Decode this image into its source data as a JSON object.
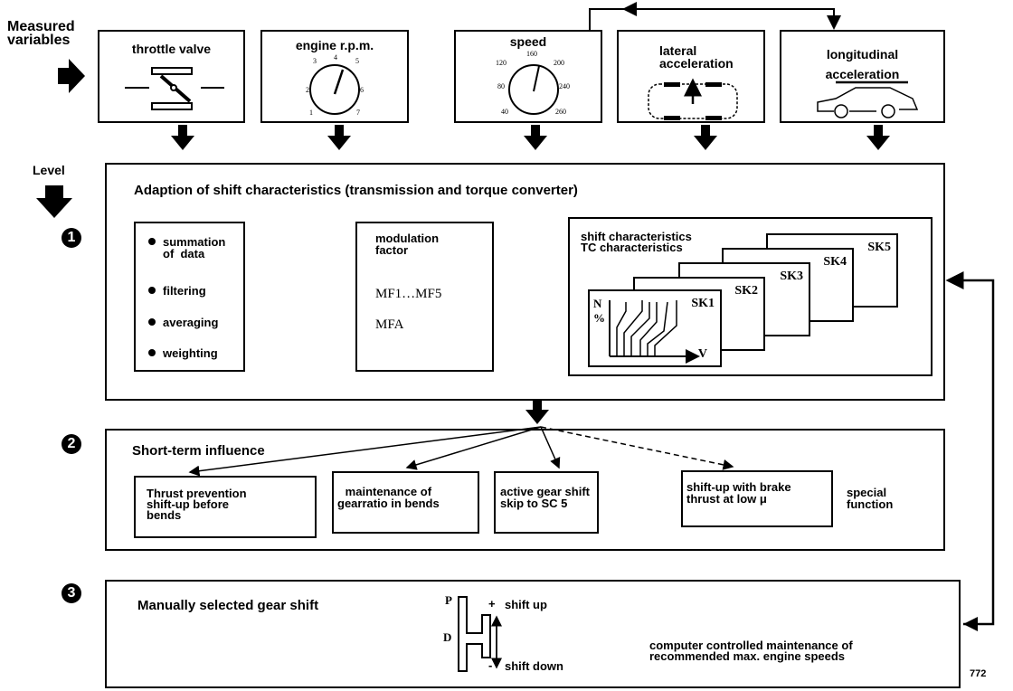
{
  "header": {
    "measured_variables": "Measured\nvariables",
    "level": "Level"
  },
  "sensors": [
    {
      "label": "throttle valve",
      "icon": "throttle-valve-icon"
    },
    {
      "label": "engine r.p.m.",
      "icon": "tachometer-icon",
      "ticks": [
        "1",
        "2",
        "3",
        "4",
        "5",
        "6",
        "7"
      ]
    },
    {
      "label": "speed",
      "icon": "speedometer-icon",
      "ticks": [
        "40",
        "80",
        "120",
        "160",
        "200",
        "240",
        "260"
      ]
    },
    {
      "label": "lateral\nacceleration",
      "icon": "car-top-view-icon"
    },
    {
      "label": "longitudinal\nacceleration",
      "icon": "car-side-view-icon"
    }
  ],
  "level1": {
    "number": "1",
    "title": "Adaption of shift characteristics (transmission and torque converter)",
    "data_items": [
      "summation\nof  data",
      "filtering",
      "averaging",
      "weighting"
    ],
    "modulation": {
      "title": "modulation\nfactor",
      "line1": "MF1…MF5",
      "line2": "MFA"
    },
    "characteristics": {
      "title": "shift characteristics\nTC characteristics",
      "sheets": [
        "SK1",
        "SK2",
        "SK3",
        "SK4",
        "SK5"
      ],
      "y_axis": "N\n%",
      "x_axis": "V"
    }
  },
  "level2": {
    "number": "2",
    "title": "Short-term influence",
    "boxes": [
      "Thrust prevention\nshift-up before\nbends",
      "maintenance of\ngearratio in bends",
      "active gear shift\nskip to SC 5",
      "shift-up with brake\nthrust at low μ"
    ],
    "special": "special\nfunction"
  },
  "level3": {
    "number": "3",
    "title": "Manually selected gear shift",
    "gate_p": "P",
    "gate_d": "D",
    "plus": "+",
    "minus": "-",
    "shift_up": "shift up",
    "shift_down": "shift down",
    "note": "computer controlled maintenance of\nrecommended max. engine speeds"
  },
  "figure_number": "772"
}
